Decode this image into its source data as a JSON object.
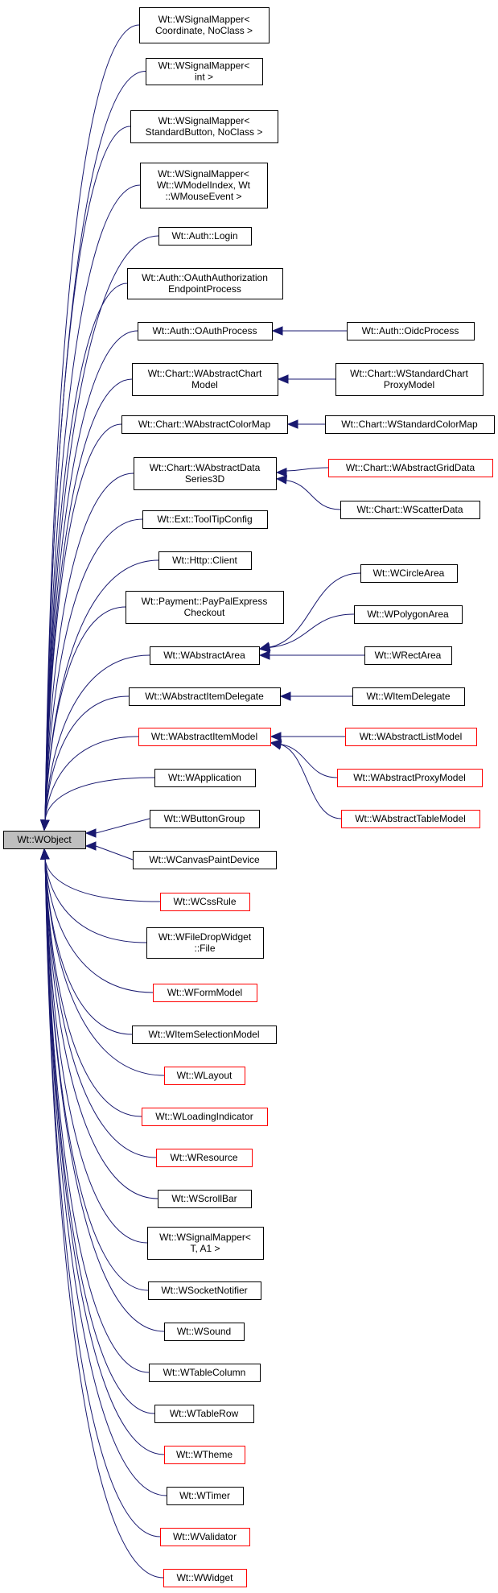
{
  "colors": {
    "edge": "#191970",
    "box_normal": "#000000",
    "box_truncated": "#ff0000",
    "root_fill": "#bfbfbf"
  },
  "root": {
    "id": "root",
    "lines": [
      "Wt::WObject"
    ],
    "style": "root"
  },
  "nodes": [
    {
      "id": "n_sm_coord",
      "lines": [
        "Wt::WSignalMapper<",
        "Coordinate, NoClass >"
      ],
      "style": "normal"
    },
    {
      "id": "n_sm_int",
      "lines": [
        "Wt::WSignalMapper<",
        "int >"
      ],
      "style": "normal"
    },
    {
      "id": "n_sm_std",
      "lines": [
        "Wt::WSignalMapper<",
        "StandardButton, NoClass >"
      ],
      "style": "normal"
    },
    {
      "id": "n_sm_model",
      "lines": [
        "Wt::WSignalMapper<",
        "Wt::WModelIndex, Wt",
        "::WMouseEvent >"
      ],
      "style": "normal"
    },
    {
      "id": "n_login",
      "lines": [
        "Wt::Auth::Login"
      ],
      "style": "normal"
    },
    {
      "id": "n_oauth_auth",
      "lines": [
        "Wt::Auth::OAuthAuthorization",
        "EndpointProcess"
      ],
      "style": "normal"
    },
    {
      "id": "n_oauth_proc",
      "lines": [
        "Wt::Auth::OAuthProcess"
      ],
      "style": "normal"
    },
    {
      "id": "n_oidc",
      "lines": [
        "Wt::Auth::OidcProcess"
      ],
      "style": "normal"
    },
    {
      "id": "n_chart_model",
      "lines": [
        "Wt::Chart::WAbstractChart",
        "Model"
      ],
      "style": "normal"
    },
    {
      "id": "n_std_chart_proxy",
      "lines": [
        "Wt::Chart::WStandardChart",
        "ProxyModel"
      ],
      "style": "normal"
    },
    {
      "id": "n_colormap",
      "lines": [
        "Wt::Chart::WAbstractColorMap"
      ],
      "style": "normal"
    },
    {
      "id": "n_std_colormap",
      "lines": [
        "Wt::Chart::WStandardColorMap"
      ],
      "style": "normal"
    },
    {
      "id": "n_series3d",
      "lines": [
        "Wt::Chart::WAbstractData",
        "Series3D"
      ],
      "style": "normal"
    },
    {
      "id": "n_griddata",
      "lines": [
        "Wt::Chart::WAbstractGridData"
      ],
      "style": "truncated"
    },
    {
      "id": "n_scatter",
      "lines": [
        "Wt::Chart::WScatterData"
      ],
      "style": "normal"
    },
    {
      "id": "n_tooltip",
      "lines": [
        "Wt::Ext::ToolTipConfig"
      ],
      "style": "normal"
    },
    {
      "id": "n_http",
      "lines": [
        "Wt::Http::Client"
      ],
      "style": "normal"
    },
    {
      "id": "n_paypal",
      "lines": [
        "Wt::Payment::PayPalExpress",
        "Checkout"
      ],
      "style": "normal"
    },
    {
      "id": "n_area",
      "lines": [
        "Wt::WAbstractArea"
      ],
      "style": "normal"
    },
    {
      "id": "n_circle",
      "lines": [
        "Wt::WCircleArea"
      ],
      "style": "normal"
    },
    {
      "id": "n_polygon",
      "lines": [
        "Wt::WPolygonArea"
      ],
      "style": "normal"
    },
    {
      "id": "n_rect",
      "lines": [
        "Wt::WRectArea"
      ],
      "style": "normal"
    },
    {
      "id": "n_itemdelegate_abs",
      "lines": [
        "Wt::WAbstractItemDelegate"
      ],
      "style": "normal"
    },
    {
      "id": "n_itemdelegate",
      "lines": [
        "Wt::WItemDelegate"
      ],
      "style": "normal"
    },
    {
      "id": "n_itemmodel",
      "lines": [
        "Wt::WAbstractItemModel"
      ],
      "style": "truncated"
    },
    {
      "id": "n_listmodel",
      "lines": [
        "Wt::WAbstractListModel"
      ],
      "style": "truncated"
    },
    {
      "id": "n_proxymodel",
      "lines": [
        "Wt::WAbstractProxyModel"
      ],
      "style": "truncated"
    },
    {
      "id": "n_tablemodel",
      "lines": [
        "Wt::WAbstractTableModel"
      ],
      "style": "truncated"
    },
    {
      "id": "n_application",
      "lines": [
        "Wt::WApplication"
      ],
      "style": "normal"
    },
    {
      "id": "n_buttongroup",
      "lines": [
        "Wt::WButtonGroup"
      ],
      "style": "normal"
    },
    {
      "id": "n_canvas",
      "lines": [
        "Wt::WCanvasPaintDevice"
      ],
      "style": "normal"
    },
    {
      "id": "n_cssrule",
      "lines": [
        "Wt::WCssRule"
      ],
      "style": "truncated"
    },
    {
      "id": "n_filedrop",
      "lines": [
        "Wt::WFileDropWidget",
        "::File"
      ],
      "style": "normal"
    },
    {
      "id": "n_formmodel",
      "lines": [
        "Wt::WFormModel"
      ],
      "style": "truncated"
    },
    {
      "id": "n_selection",
      "lines": [
        "Wt::WItemSelectionModel"
      ],
      "style": "normal"
    },
    {
      "id": "n_layout",
      "lines": [
        "Wt::WLayout"
      ],
      "style": "truncated"
    },
    {
      "id": "n_loading",
      "lines": [
        "Wt::WLoadingIndicator"
      ],
      "style": "truncated"
    },
    {
      "id": "n_resource",
      "lines": [
        "Wt::WResource"
      ],
      "style": "truncated"
    },
    {
      "id": "n_scrollbar",
      "lines": [
        "Wt::WScrollBar"
      ],
      "style": "normal"
    },
    {
      "id": "n_sm_t",
      "lines": [
        "Wt::WSignalMapper<",
        "T, A1 >"
      ],
      "style": "normal"
    },
    {
      "id": "n_socket",
      "lines": [
        "Wt::WSocketNotifier"
      ],
      "style": "normal"
    },
    {
      "id": "n_sound",
      "lines": [
        "Wt::WSound"
      ],
      "style": "normal"
    },
    {
      "id": "n_tablecol",
      "lines": [
        "Wt::WTableColumn"
      ],
      "style": "normal"
    },
    {
      "id": "n_tablerow",
      "lines": [
        "Wt::WTableRow"
      ],
      "style": "normal"
    },
    {
      "id": "n_theme",
      "lines": [
        "Wt::WTheme"
      ],
      "style": "truncated"
    },
    {
      "id": "n_timer",
      "lines": [
        "Wt::WTimer"
      ],
      "style": "normal"
    },
    {
      "id": "n_validator",
      "lines": [
        "Wt::WValidator"
      ],
      "style": "truncated"
    },
    {
      "id": "n_widget",
      "lines": [
        "Wt::WWidget"
      ],
      "style": "truncated"
    }
  ],
  "edges": [
    {
      "from": "n_sm_coord",
      "to": "root"
    },
    {
      "from": "n_sm_int",
      "to": "root"
    },
    {
      "from": "n_sm_std",
      "to": "root"
    },
    {
      "from": "n_sm_model",
      "to": "root"
    },
    {
      "from": "n_login",
      "to": "root"
    },
    {
      "from": "n_oauth_auth",
      "to": "root"
    },
    {
      "from": "n_oauth_proc",
      "to": "root"
    },
    {
      "from": "n_chart_model",
      "to": "root"
    },
    {
      "from": "n_colormap",
      "to": "root"
    },
    {
      "from": "n_series3d",
      "to": "root"
    },
    {
      "from": "n_tooltip",
      "to": "root"
    },
    {
      "from": "n_http",
      "to": "root"
    },
    {
      "from": "n_paypal",
      "to": "root"
    },
    {
      "from": "n_area",
      "to": "root"
    },
    {
      "from": "n_itemdelegate_abs",
      "to": "root"
    },
    {
      "from": "n_itemmodel",
      "to": "root"
    },
    {
      "from": "n_application",
      "to": "root"
    },
    {
      "from": "n_buttongroup",
      "to": "root"
    },
    {
      "from": "n_canvas",
      "to": "root"
    },
    {
      "from": "n_cssrule",
      "to": "root"
    },
    {
      "from": "n_filedrop",
      "to": "root"
    },
    {
      "from": "n_formmodel",
      "to": "root"
    },
    {
      "from": "n_selection",
      "to": "root"
    },
    {
      "from": "n_layout",
      "to": "root"
    },
    {
      "from": "n_loading",
      "to": "root"
    },
    {
      "from": "n_resource",
      "to": "root"
    },
    {
      "from": "n_scrollbar",
      "to": "root"
    },
    {
      "from": "n_sm_t",
      "to": "root"
    },
    {
      "from": "n_socket",
      "to": "root"
    },
    {
      "from": "n_sound",
      "to": "root"
    },
    {
      "from": "n_tablecol",
      "to": "root"
    },
    {
      "from": "n_tablerow",
      "to": "root"
    },
    {
      "from": "n_theme",
      "to": "root"
    },
    {
      "from": "n_timer",
      "to": "root"
    },
    {
      "from": "n_validator",
      "to": "root"
    },
    {
      "from": "n_widget",
      "to": "root"
    },
    {
      "from": "n_oidc",
      "to": "n_oauth_proc"
    },
    {
      "from": "n_std_chart_proxy",
      "to": "n_chart_model"
    },
    {
      "from": "n_std_colormap",
      "to": "n_colormap"
    },
    {
      "from": "n_griddata",
      "to": "n_series3d"
    },
    {
      "from": "n_scatter",
      "to": "n_series3d"
    },
    {
      "from": "n_circle",
      "to": "n_area"
    },
    {
      "from": "n_polygon",
      "to": "n_area"
    },
    {
      "from": "n_rect",
      "to": "n_area"
    },
    {
      "from": "n_itemdelegate",
      "to": "n_itemdelegate_abs"
    },
    {
      "from": "n_listmodel",
      "to": "n_itemmodel"
    },
    {
      "from": "n_proxymodel",
      "to": "n_itemmodel"
    },
    {
      "from": "n_tablemodel",
      "to": "n_itemmodel"
    }
  ]
}
